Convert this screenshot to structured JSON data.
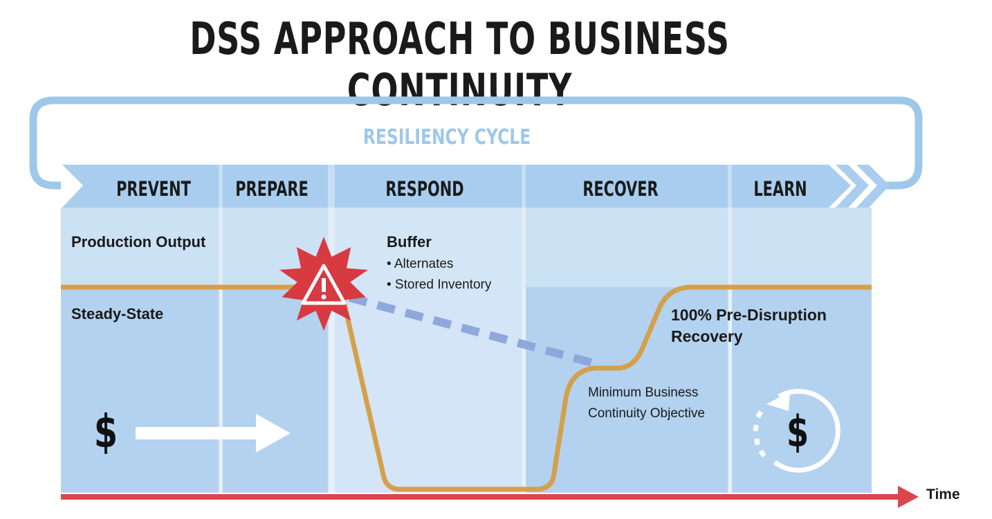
{
  "title": "DSS APPROACH TO BUSINESS CONTINUITY",
  "cycle_label": "RESILIENCY CYCLE",
  "phases": [
    "PREVENT",
    "PREPARE",
    "RESPOND",
    "RECOVER",
    "LEARN"
  ],
  "labels": {
    "production_output": "Production Output",
    "steady_state": "Steady-State",
    "buffer": "Buffer",
    "buffer_items": [
      "• Alternates",
      "• Stored Inventory"
    ],
    "recovery_line1": "100% Pre-Disruption",
    "recovery_line2": "Recovery",
    "minimum_line1": "Minimum Business",
    "minimum_line2": "Continuity Objective",
    "time": "Time",
    "dollar_left": "$",
    "dollar_right": "$"
  },
  "icons": [
    "warning-icon",
    "arrow-right-icon",
    "refresh-cycle-icon"
  ],
  "colors": {
    "cycle_blue": "#9ec8ea",
    "phase_bar": "#a9cdee",
    "panel_dark": "#b3d2ef",
    "panel_light": "#d3e5f6",
    "output_line": "#d4a04a",
    "dashed_buffer": "#8fa8dc",
    "time_axis": "#d9474d",
    "burst": "#d83a42"
  }
}
